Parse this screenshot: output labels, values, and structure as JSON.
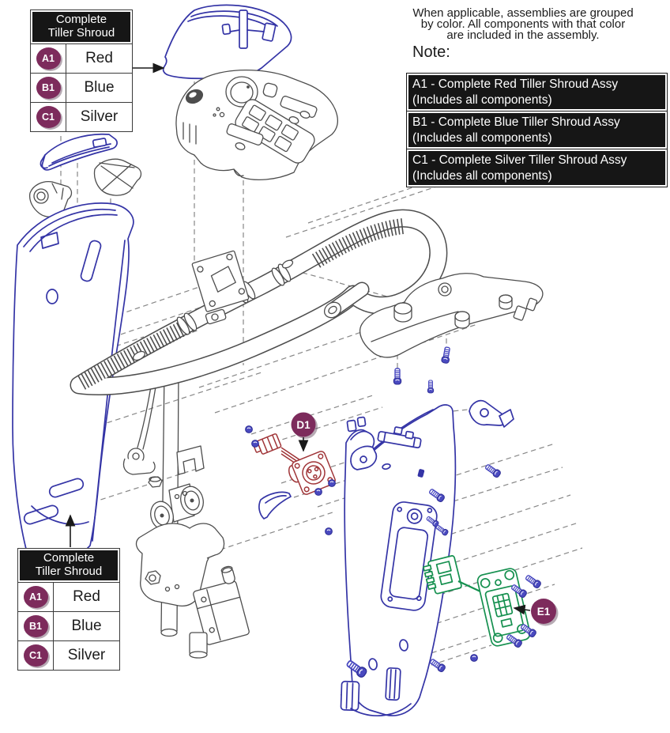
{
  "intro_lines": [
    "When applicable, assemblies are grouped",
    "by color. All components with that color",
    "are included in the assembly."
  ],
  "note_label": "Note:",
  "notes": [
    {
      "line1": "A1 - Complete Red Tiller Shroud Assy",
      "line2": "(Includes all components)"
    },
    {
      "line1": "B1 - Complete Blue Tiller Shroud Assy",
      "line2": "(Includes all components)"
    },
    {
      "line1": "C1 - Complete Silver Tiller Shroud Assy",
      "line2": "(Includes all components)"
    }
  ],
  "legend": {
    "header_line1": "Complete",
    "header_line2": "Tiller Shroud",
    "rows": [
      {
        "id": "A1",
        "color": "Red"
      },
      {
        "id": "B1",
        "color": "Blue"
      },
      {
        "id": "C1",
        "color": "Silver"
      }
    ]
  },
  "callouts": {
    "d1": "D1",
    "e1": "E1"
  },
  "colors": {
    "badge": "#7d2b5c",
    "panel-blue": "#3434a6",
    "screw-blue": "#4a4ac0",
    "part-gray": "#4d4d4d",
    "dash-gray": "#878787",
    "connector-red": "#a03538",
    "pcb-green": "#15904f",
    "note-bg": "#161616",
    "note-text": "#ffffff"
  }
}
